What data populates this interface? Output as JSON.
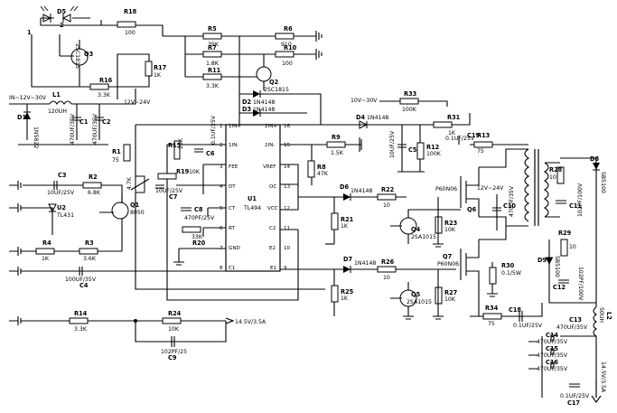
{
  "components": {
    "D5": "D5",
    "R18": "R18",
    "R18_val": "100",
    "R5": "R5",
    "R5_val": "39K",
    "R6": "R6",
    "R6_val": "910",
    "R7": "R7",
    "R7_val": "1.8K",
    "R10": "R10",
    "R10_val": "100",
    "Q3": "2SC1815",
    "Q3_label": "Q3",
    "R16": "R16",
    "R16_val": "3.3K",
    "R17": "R17",
    "R17_val": "1K",
    "Q2": "Q2",
    "Q2_part": "2SC1815",
    "R11": "R11",
    "R11_val": "3.3K",
    "D2": "D2",
    "D2_part": "1N4148",
    "D3": "D3",
    "D3_part": "1N4148",
    "vin": "IN~12V~30V",
    "L1": "L1",
    "L1_val": "120UH",
    "D1": "D1",
    "D1_part": "1N5822",
    "C1": "C1",
    "C1_val": "470UF/35V",
    "C2": "C2",
    "C2_val": "470UF/35V",
    "v12_24": "12V~24V",
    "R1": "R1",
    "R1_val": "75",
    "U1_label": "U1",
    "U1_part": "TL494",
    "pins_left": [
      "1",
      "2",
      "3",
      "4",
      "5",
      "6",
      "7",
      "8"
    ],
    "pins_left_names": [
      "1IN+",
      "1IN-",
      "FEE",
      "DT",
      "CT",
      "RT",
      "GND",
      "C1"
    ],
    "pins_right": [
      "16",
      "15",
      "14",
      "13",
      "12",
      "11",
      "10",
      "9"
    ],
    "pins_right_names": [
      "2IN+",
      "2IN-",
      "VREF",
      "OC",
      "VCC",
      "C2",
      "E2",
      "E1"
    ],
    "R15": "R15",
    "R15_val": "20K",
    "C6": "C6",
    "C6_val": "0.1UF/25V",
    "R19": "R19",
    "R19_val": "10K",
    "C7": "C7",
    "C7_val": "10UF/25V",
    "C8": "C8",
    "C8_val": "470PF/25V",
    "R20": "R20",
    "R20_val": "33K",
    "R_pot": "4.7K",
    "C3": "C3",
    "C3_val": "10UF/25V",
    "R2": "R2",
    "R2_val": "6.8K",
    "U2": "U2",
    "U2_part": "TL431",
    "Q1": "Q1",
    "Q1_part": "8050",
    "R4": "R4",
    "R4_val": "1K",
    "R3": "R3",
    "R3_val": "3.6K",
    "C4": "C4",
    "C4_val": "100UF/35V",
    "R14": "R14",
    "R14_val": "3.3K",
    "R24": "R24",
    "R24_val": "10K",
    "C9": "C9",
    "C9_val": "102PF/25",
    "out1": "14.5V/3.5A",
    "v10_30": "10V~30V",
    "R33": "R33",
    "R33_val": "100K",
    "D4": "D4",
    "D4_part": "1N4148",
    "R31": "R31",
    "R31_val": "1K",
    "C19": "C19",
    "C19_val": "0.1UF/25V",
    "R13": "R13",
    "R13_val": "75",
    "R12": "R12",
    "R12_val": "100K",
    "C5": "C5",
    "C5_val": "10UF/25V",
    "R9": "R9",
    "R9_val": "1.5K",
    "R8": "R8",
    "R8_val": "47K",
    "D6": "D6",
    "D6_part": "1N4148",
    "R22": "R22",
    "R22_val": "10",
    "R21": "R21",
    "R21_val": "1K",
    "Q4": "Q4",
    "Q4_part": "2SA1015",
    "R23": "R23",
    "R23_val": "10K",
    "D7": "D7",
    "D7_part": "1N4148",
    "R26": "R26",
    "R26_val": "10",
    "R25": "R25",
    "R25_val": "1K",
    "Q5": "Q5",
    "Q5_part": "2SA1015",
    "R27": "R27",
    "R27_val": "10K",
    "Q6_part": "P60N06",
    "Q6": "Q6",
    "Q7": "Q7",
    "Q7_part": "P60N06",
    "C10": "C10",
    "C10_val": "470UF/35V",
    "C11": "C11",
    "R30": "R30",
    "R30_val": "0.1/5W",
    "R34": "R34",
    "R34_val": "75",
    "C18": "C18",
    "C18_val": "0.1UF/25V",
    "v12_24b": "12V~24V",
    "R28": "R28",
    "R28_val": "10",
    "C11_val": "102PF/100V",
    "D8": "D8",
    "D8_part": "SB5100",
    "D9": "D9",
    "D9_part": "SB5100",
    "R29": "R29",
    "R29_val": "10",
    "C12": "C12",
    "C12_val": "102PF/100V",
    "L2": "L2",
    "L2_val": "50UH",
    "C13": "C13",
    "C13_val": "470UF/35V",
    "C14": "C14",
    "C14_val": "470UF/35V",
    "C15": "C15",
    "C15_val": "470UF/35V",
    "C16": "C16",
    "C16_val": "470UF/35V",
    "C17": "C17",
    "C17_val": "0.1UF/25V",
    "out2": "14.5V/3.5A",
    "node_numbers": [
      "1",
      "2"
    ]
  }
}
